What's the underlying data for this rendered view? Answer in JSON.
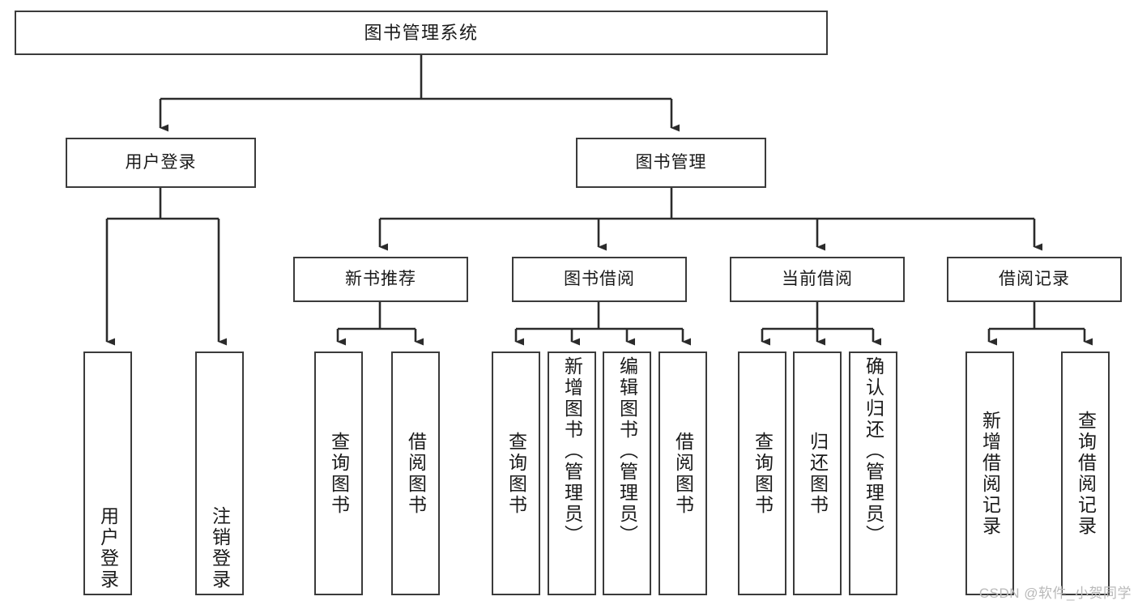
{
  "diagram": {
    "title": "图书管理系统",
    "type": "tree",
    "stroke_color": "#3b3b3b",
    "background_color": "#ffffff",
    "text_color": "#1a1a1a",
    "nodes": {
      "root": {
        "label": "图书管理系统"
      },
      "level2": [
        {
          "id": "user-login",
          "label": "用户登录"
        },
        {
          "id": "book-management",
          "label": "图书管理"
        }
      ],
      "level3": [
        {
          "id": "new-book-recommend",
          "label": "新书推荐"
        },
        {
          "id": "book-borrow",
          "label": "图书借阅"
        },
        {
          "id": "current-borrow",
          "label": "当前借阅"
        },
        {
          "id": "borrow-record",
          "label": "借阅记录"
        }
      ],
      "leaves": [
        {
          "id": "leaf-user-login",
          "label": "用户登录"
        },
        {
          "id": "leaf-logout",
          "label": "注销登录"
        },
        {
          "id": "leaf-query-book-1",
          "label": "查询图书"
        },
        {
          "id": "leaf-borrow-book-1",
          "label": "借阅图书"
        },
        {
          "id": "leaf-query-book-2",
          "label": "查询图书"
        },
        {
          "id": "leaf-add-book",
          "label": "新增图书（管理员）"
        },
        {
          "id": "leaf-edit-book",
          "label": "编辑图书（管理员）"
        },
        {
          "id": "leaf-borrow-book-2",
          "label": "借阅图书"
        },
        {
          "id": "leaf-query-book-3",
          "label": "查询图书"
        },
        {
          "id": "leaf-return-book",
          "label": "归还图书"
        },
        {
          "id": "leaf-confirm-return",
          "label": "确认归还（管理员）"
        },
        {
          "id": "leaf-add-record",
          "label": "新增借阅记录"
        },
        {
          "id": "leaf-query-record",
          "label": "查询借阅记录"
        }
      ]
    }
  },
  "watermark": {
    "text": "CSDN @软件_小贺同学",
    "color": "#b9b9b9"
  }
}
